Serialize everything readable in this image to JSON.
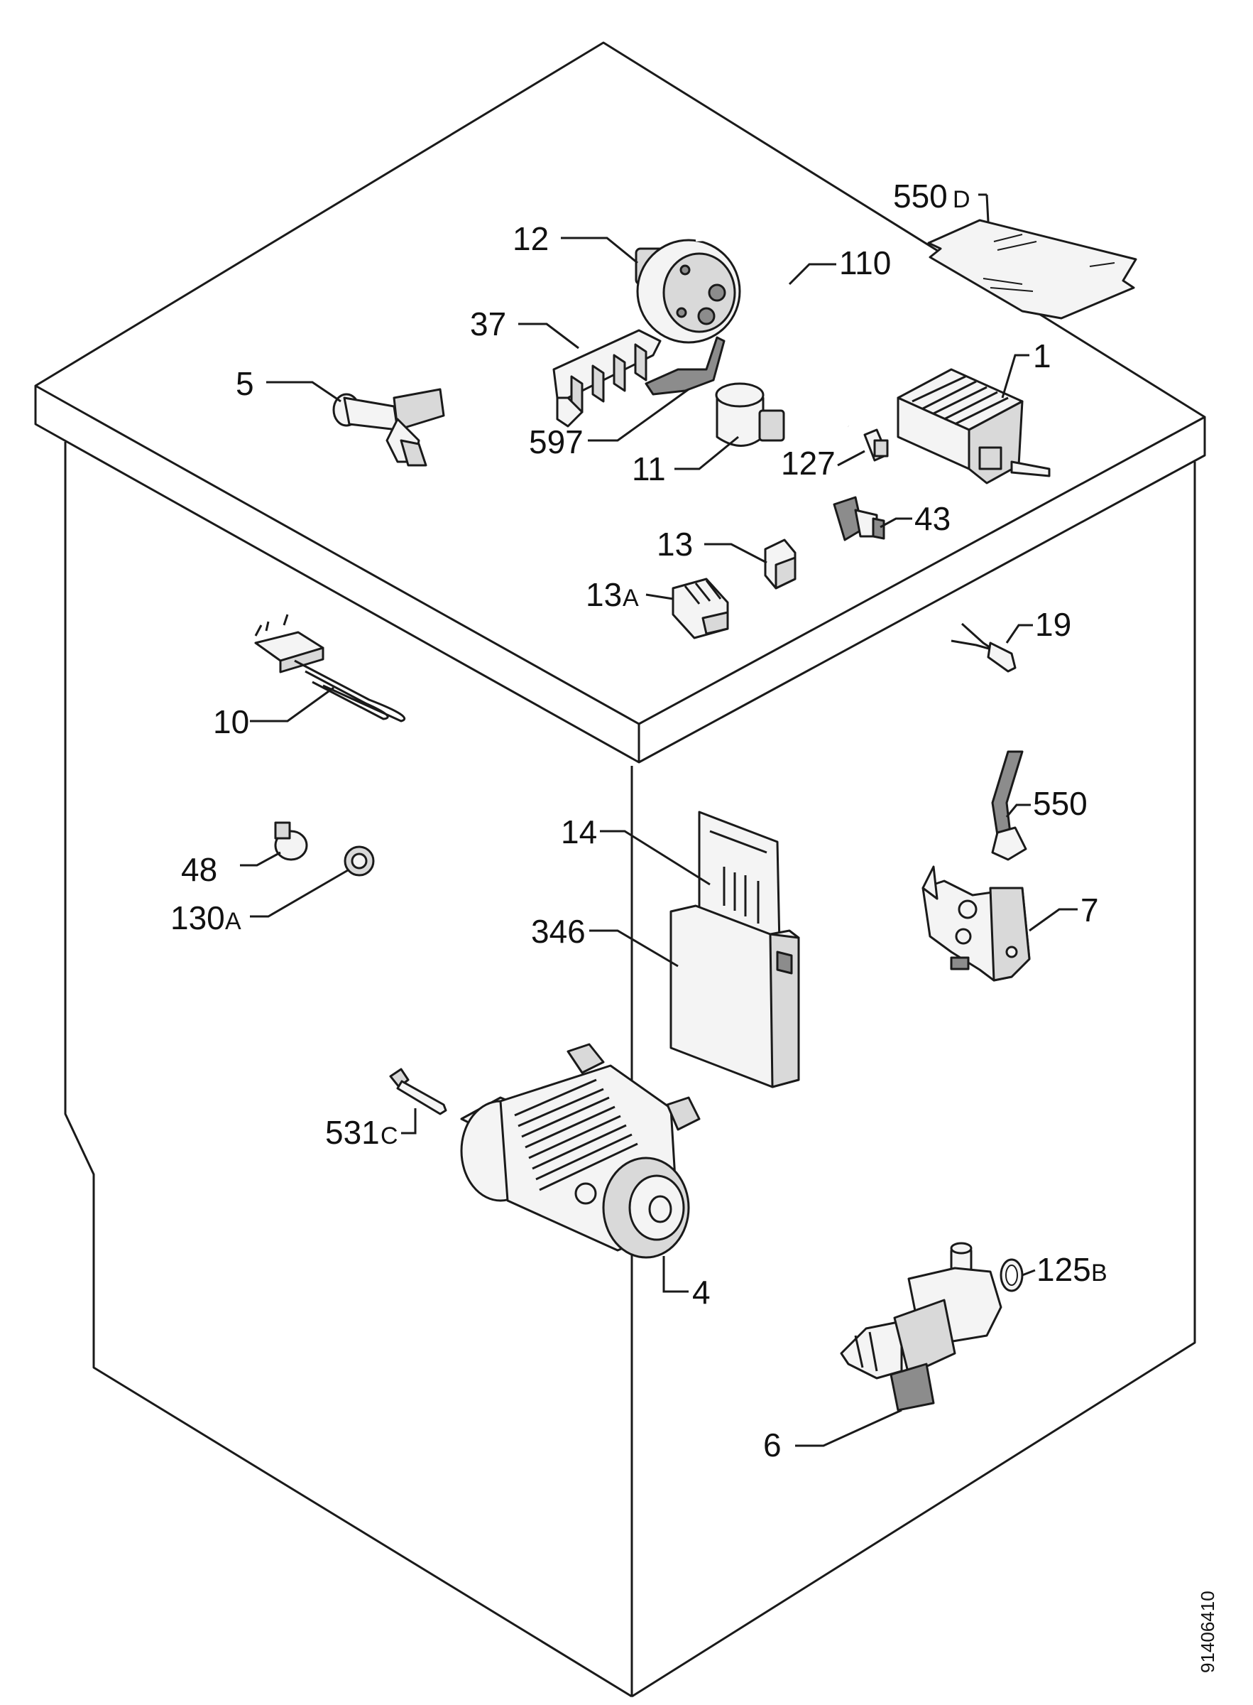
{
  "document_id": "91406410",
  "callouts": {
    "c550d": {
      "num": "550",
      "suffix": "D"
    },
    "c12": {
      "num": "12",
      "suffix": ""
    },
    "c110": {
      "num": "110",
      "suffix": ""
    },
    "c37": {
      "num": "37",
      "suffix": ""
    },
    "c5": {
      "num": "5",
      "suffix": ""
    },
    "c1": {
      "num": "1",
      "suffix": ""
    },
    "c597": {
      "num": "597",
      "suffix": ""
    },
    "c11": {
      "num": "11",
      "suffix": ""
    },
    "c127": {
      "num": "127",
      "suffix": ""
    },
    "c43": {
      "num": "43",
      "suffix": ""
    },
    "c13": {
      "num": "13",
      "suffix": ""
    },
    "c13a": {
      "num": "13",
      "suffix": "A"
    },
    "c19": {
      "num": "19",
      "suffix": ""
    },
    "c10": {
      "num": "10",
      "suffix": ""
    },
    "c550": {
      "num": "550",
      "suffix": ""
    },
    "c14": {
      "num": "14",
      "suffix": ""
    },
    "c48": {
      "num": "48",
      "suffix": ""
    },
    "c130a": {
      "num": "130",
      "suffix": "A"
    },
    "c7": {
      "num": "7",
      "suffix": ""
    },
    "c346": {
      "num": "346",
      "suffix": ""
    },
    "c531c": {
      "num": "531",
      "suffix": "C"
    },
    "c4": {
      "num": "4",
      "suffix": ""
    },
    "c125b": {
      "num": "125",
      "suffix": "B"
    },
    "c6": {
      "num": "6",
      "suffix": ""
    }
  }
}
